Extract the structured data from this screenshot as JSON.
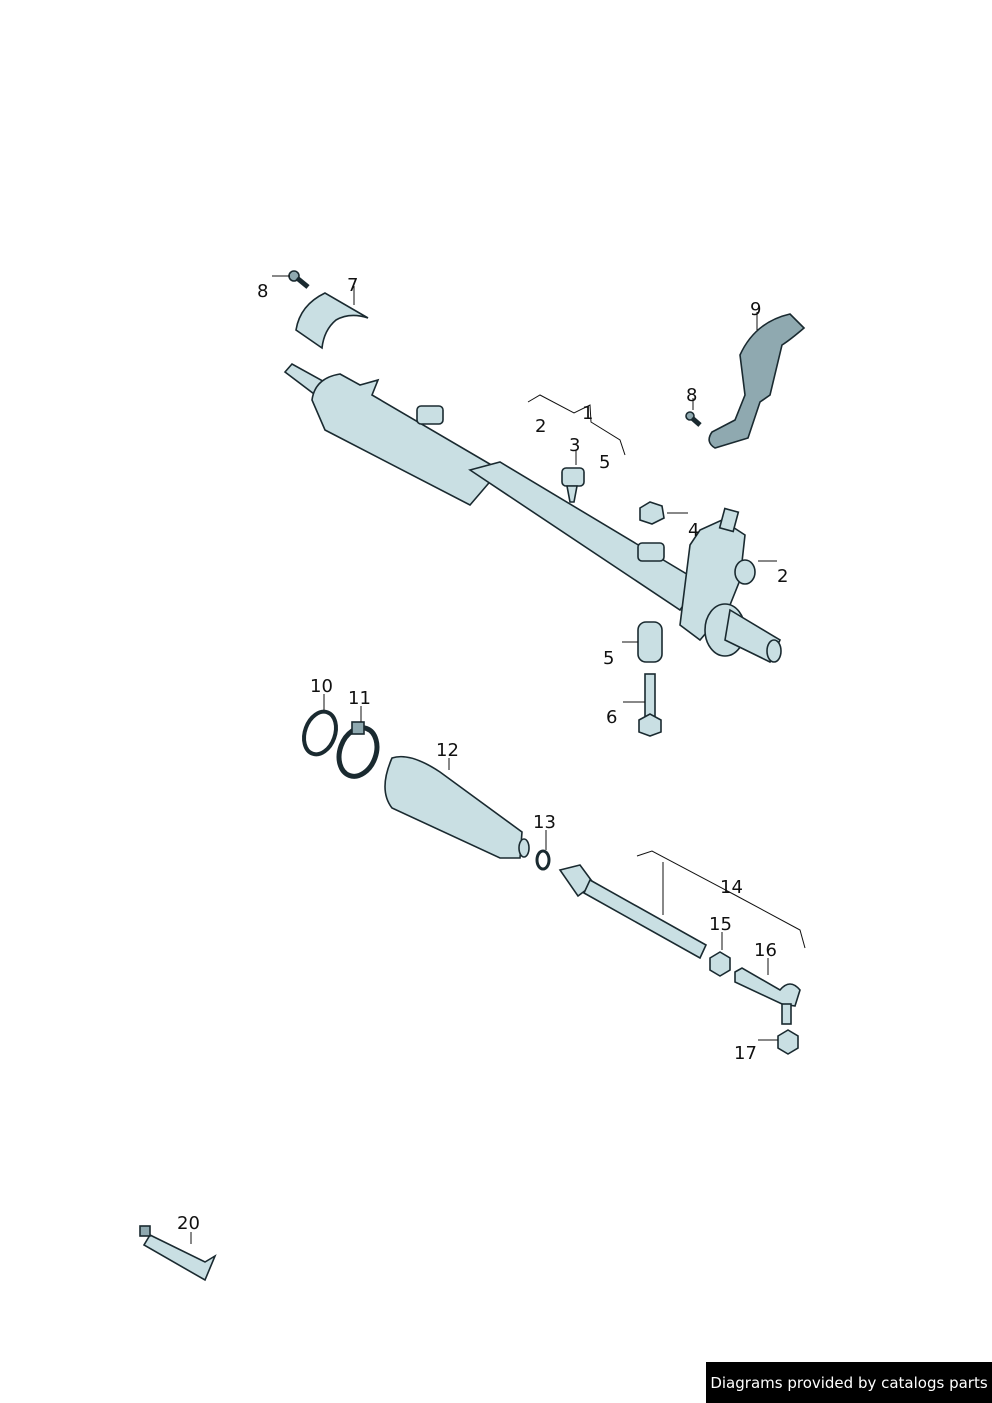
{
  "diagram": {
    "callouts": [
      "8",
      "7",
      "9",
      "8",
      "1",
      "2",
      "3",
      "5",
      "4",
      "2",
      "5",
      "6",
      "10",
      "11",
      "12",
      "13",
      "14",
      "15",
      "16",
      "17",
      "20"
    ]
  },
  "footer": {
    "text": "Diagrams provided by catalogs parts"
  }
}
